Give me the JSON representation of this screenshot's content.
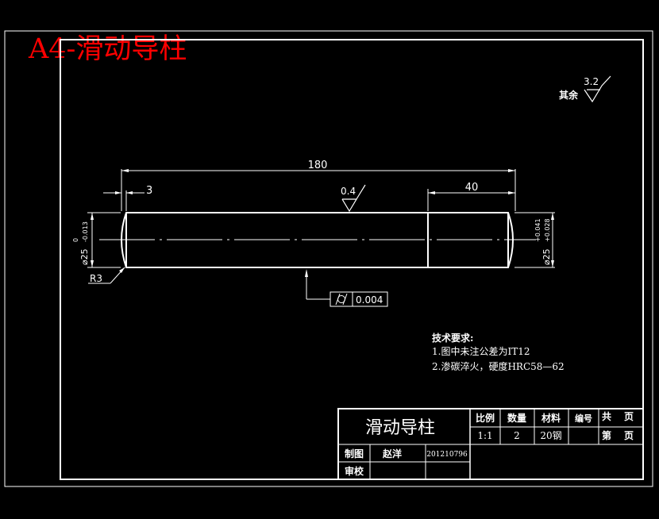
{
  "sheet_label": "A4-滑动导柱",
  "surface_finish_note": {
    "prefix": "其余",
    "roughness": "3.2"
  },
  "part_dimensions": {
    "overall_length": "180",
    "chamfer_length": "3",
    "fit_length": "40",
    "surface_roughness": "0.4",
    "left_diameter": "⌀25",
    "left_tol_upper": "0",
    "left_tol_lower": "-0.013",
    "right_diameter": "⌀25",
    "right_tol_upper": "+0.041",
    "right_tol_lower": "+0.028",
    "fillet_radius": "R3"
  },
  "geometric_tolerance": {
    "symbol": "cylindricity",
    "value": "0.004"
  },
  "technical_requirements": {
    "heading": "技术要求:",
    "items": [
      "1.图中未注公差为IT12",
      "2.渗碳淬火，硬度HRC58—62"
    ]
  },
  "title_block": {
    "part_name": "滑动导柱",
    "headers": [
      "比例",
      "数量",
      "材料",
      "编号",
      "共",
      "页"
    ],
    "values": [
      "1:1",
      "2",
      "20钢",
      "",
      "第",
      "页"
    ],
    "drawn_by_label": "制图",
    "drawn_by_name": "赵洋",
    "drawing_number": "201210796",
    "checked_by_label": "审校"
  },
  "colors": {
    "background": "#000000",
    "lines": "#ffffff",
    "sheet_label": "#ff0000"
  }
}
